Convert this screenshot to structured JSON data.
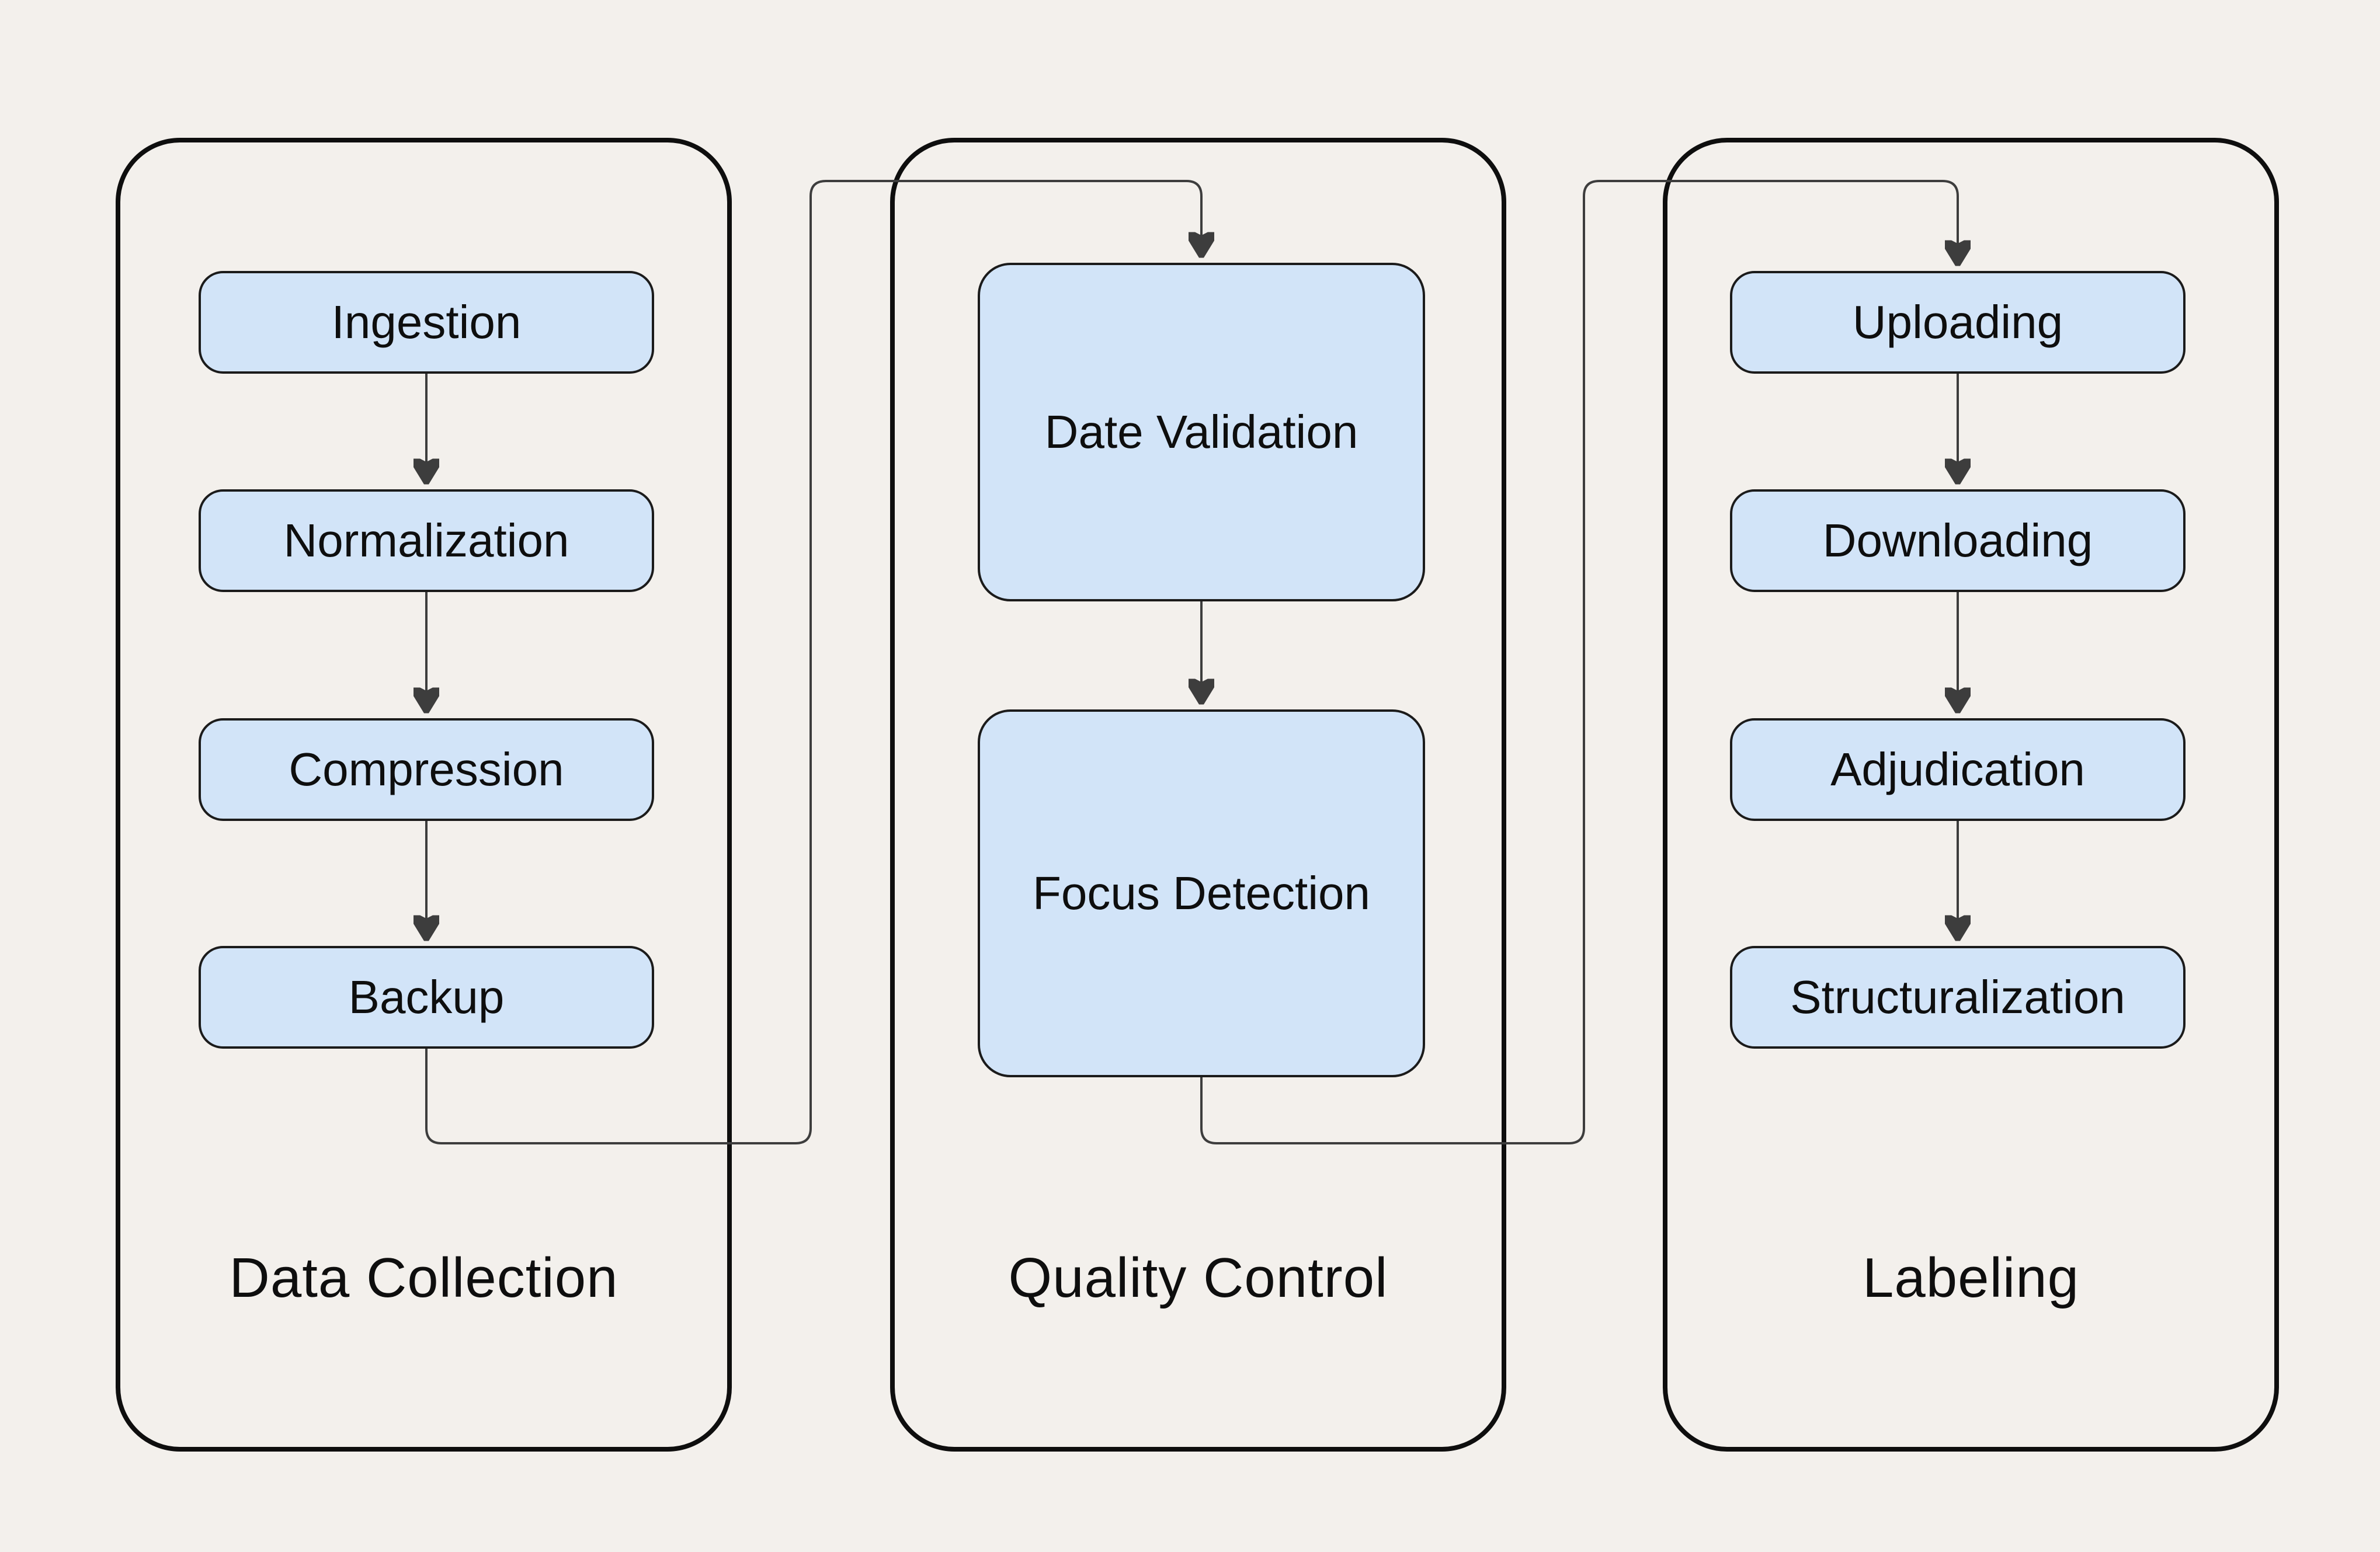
{
  "diagram": {
    "type": "flowchart",
    "columns": [
      {
        "label": "Data Collection",
        "nodes": [
          {
            "label": "Ingestion"
          },
          {
            "label": "Normalization"
          },
          {
            "label": "Compression"
          },
          {
            "label": "Backup"
          }
        ]
      },
      {
        "label": "Quality Control",
        "nodes": [
          {
            "label": "Date Validation"
          },
          {
            "label": "Focus Detection"
          }
        ]
      },
      {
        "label": "Labeling",
        "nodes": [
          {
            "label": "Uploading"
          },
          {
            "label": "Downloading"
          },
          {
            "label": "Adjudication"
          },
          {
            "label": "Structuralization"
          }
        ]
      }
    ],
    "edges": [
      {
        "from": "Ingestion",
        "to": "Normalization"
      },
      {
        "from": "Normalization",
        "to": "Compression"
      },
      {
        "from": "Compression",
        "to": "Backup"
      },
      {
        "from": "Backup",
        "to": "Date Validation"
      },
      {
        "from": "Date Validation",
        "to": "Focus Detection"
      },
      {
        "from": "Focus Detection",
        "to": "Uploading"
      },
      {
        "from": "Uploading",
        "to": "Downloading"
      },
      {
        "from": "Downloading",
        "to": "Adjudication"
      },
      {
        "from": "Adjudication",
        "to": "Structuralization"
      }
    ],
    "colors": {
      "background": "#f3f0ec",
      "node_fill": "#d2e4f8",
      "node_border": "#1b1b1b",
      "container_border": "#0e0e0e",
      "connector": "#3d3d3d",
      "text": "#0e0e0e"
    }
  }
}
